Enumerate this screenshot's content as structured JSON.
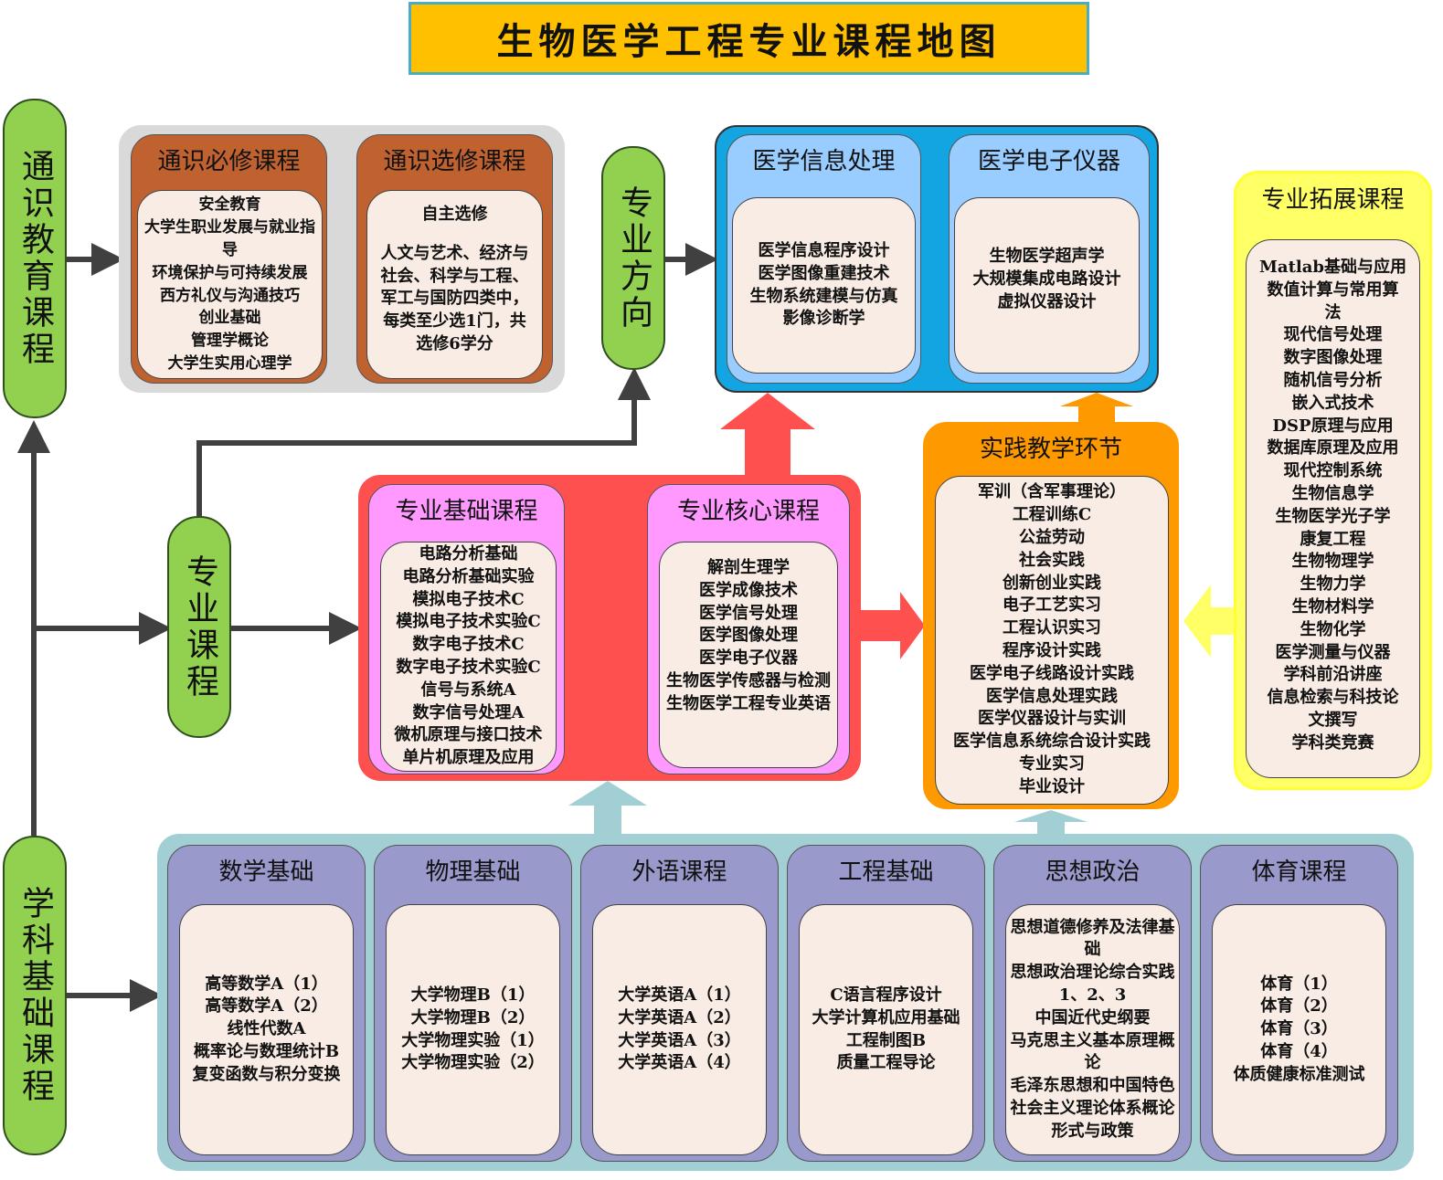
{
  "title": "生物医学工程专业课程地图",
  "pillars": {
    "general": "通识教育课程",
    "major": "专业课程",
    "foundation": "学科基础课程",
    "direction": "专业方向"
  },
  "general_required": {
    "title": "通识必修课程",
    "items": [
      "安全教育",
      "大学生职业发展与就业指导",
      "环境保护与可持续发展",
      "西方礼仪与沟通技巧",
      "创业基础",
      "管理学概论",
      "大学生实用心理学"
    ]
  },
  "general_elective": {
    "title": "通识选修课程",
    "items": [
      "自主选修",
      "人文与艺术、经济与社会、科学与工程、军工与国防四类中，每类至少选1门，共选修6学分"
    ]
  },
  "directions": [
    {
      "title": "医学信息处理",
      "items": [
        "医学信息程序设计",
        "医学图像重建技术",
        "生物系统建模与仿真",
        "影像诊断学"
      ]
    },
    {
      "title": "医学电子仪器",
      "items": [
        "生物医学超声学",
        "大规模集成电路设计",
        "虚拟仪器设计"
      ]
    }
  ],
  "extension": {
    "title": "专业拓展课程",
    "items": [
      "Matlab基础与应用",
      "数值计算与常用算法",
      "现代信号处理",
      "数字图像处理",
      "随机信号分析",
      "嵌入式技术",
      "DSP原理与应用",
      "数据库原理及应用",
      "现代控制系统",
      "生物信息学",
      "生物医学光子学",
      "康复工程",
      "生物物理学",
      "生物力学",
      "生物材料学",
      "生物化学",
      "医学测量与仪器",
      "学科前沿讲座",
      "信息检索与科技论文撰写",
      "学科类竞赛"
    ]
  },
  "major_basic": {
    "title": "专业基础课程",
    "items": [
      "电路分析基础",
      "电路分析基础实验",
      "模拟电子技术C",
      "模拟电子技术实验C",
      "数字电子技术C",
      "数字电子技术实验C",
      "信号与系统A",
      "数字信号处理A",
      "微机原理与接口技术",
      "单片机原理及应用"
    ]
  },
  "major_core": {
    "title": "专业核心课程",
    "items": [
      "解剖生理学",
      "医学成像技术",
      "医学信号处理",
      "医学图像处理",
      "医学电子仪器",
      "生物医学传感器与检测",
      "生物医学工程专业英语"
    ]
  },
  "practice": {
    "title": "实践教学环节",
    "items": [
      "军训（含军事理论）",
      "工程训练C",
      "公益劳动",
      "社会实践",
      "创新创业实践",
      "电子工艺实习",
      "工程认识实习",
      "程序设计实践",
      "医学电子线路设计实践",
      "医学信息处理实践",
      "医学仪器设计与实训",
      "医学信息系统综合设计实践",
      "专业实习",
      "毕业设计"
    ]
  },
  "foundation_groups": [
    {
      "title": "数学基础",
      "items": [
        "高等数学A（1）",
        "高等数学A（2）",
        "线性代数A",
        "概率论与数理统计B",
        "复变函数与积分变换"
      ]
    },
    {
      "title": "物理基础",
      "items": [
        "大学物理B（1）",
        "大学物理B（2）",
        "大学物理实验（1）",
        "大学物理实验（2）"
      ]
    },
    {
      "title": "外语课程",
      "items": [
        "大学英语A（1）",
        "大学英语A（2）",
        "大学英语A（3）",
        "大学英语A（4）"
      ]
    },
    {
      "title": "工程基础",
      "items": [
        "C语言程序设计",
        "大学计算机应用基础",
        "工程制图B",
        "质量工程导论"
      ]
    },
    {
      "title": "思想政治",
      "items": [
        "思想道德修养及法律基础",
        "思想政治理论综合实践1、2、3",
        "中国近代史纲要",
        "马克思主义基本原理概论",
        "毛泽东思想和中国特色社会主义理论体系概论",
        "形式与政策"
      ]
    },
    {
      "title": "体育课程",
      "items": [
        "体育（1）",
        "体育（2）",
        "体育（3）",
        "体育（4）",
        "体质健康标准测试"
      ]
    }
  ]
}
